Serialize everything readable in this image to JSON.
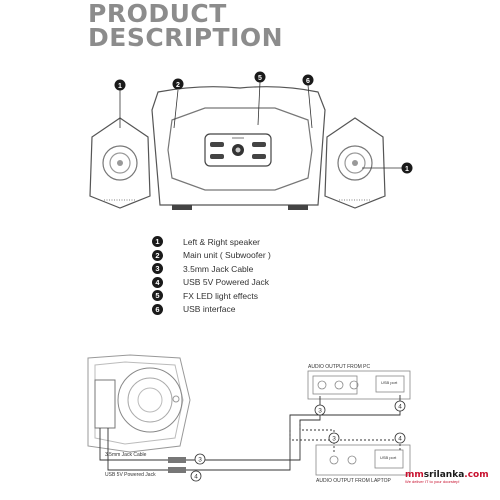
{
  "title": {
    "line1": "PRODUCT",
    "line2": "DESCRIPTION"
  },
  "callouts": [
    "1",
    "2",
    "5",
    "6",
    "1"
  ],
  "legend": [
    {
      "num": "1",
      "label": "Left & Right speaker"
    },
    {
      "num": "2",
      "label": "Main unit ( Subwoofer )"
    },
    {
      "num": "3",
      "label": "3.5mm Jack Cable"
    },
    {
      "num": "4",
      "label": "USB 5V Powered Jack"
    },
    {
      "num": "5",
      "label": "FX LED light effects"
    },
    {
      "num": "6",
      "label": "USB interface"
    }
  ],
  "wiring": {
    "pc_label": "AUDIO OUTPUT FROM PC",
    "laptop_label": "AUDIO OUTPUT FROM LAPTOP",
    "usb_port": "USB port",
    "jack_cable": "3.5mm Jack Cable",
    "usb_jack": "USB 5V Powered Jack",
    "marker3": "3",
    "marker4": "4"
  },
  "brand": {
    "name_red": "mm",
    "name_dark": "srilanka",
    "name_suffix": ".com",
    "tagline": "We deliver IT to your doorstep!"
  },
  "colors": {
    "title": "#8c8c8c",
    "brand": "#c8102e",
    "ink": "#1a1a1a"
  }
}
